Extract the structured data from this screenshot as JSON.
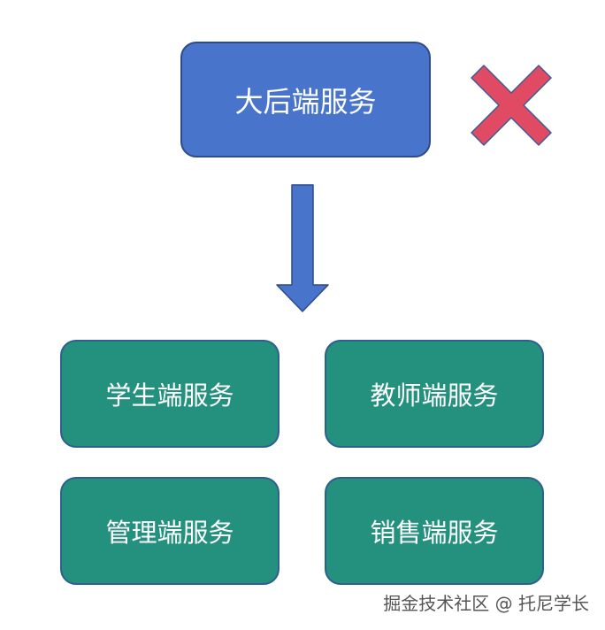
{
  "diagram": {
    "monolith": {
      "label": "大后端服务",
      "status_icon": "red-x-cross-icon"
    },
    "arrow_icon": "down-arrow-icon",
    "services": [
      {
        "label": "学生端服务"
      },
      {
        "label": "教师端服务"
      },
      {
        "label": "管理端服务"
      },
      {
        "label": "销售端服务"
      }
    ]
  },
  "watermark": "掘金技术社区 @ 托尼学长",
  "colors": {
    "monolith_fill": "#4874cc",
    "service_fill": "#24907e",
    "arrow_fill": "#4874cc",
    "cross_fill": "#e04a62"
  }
}
